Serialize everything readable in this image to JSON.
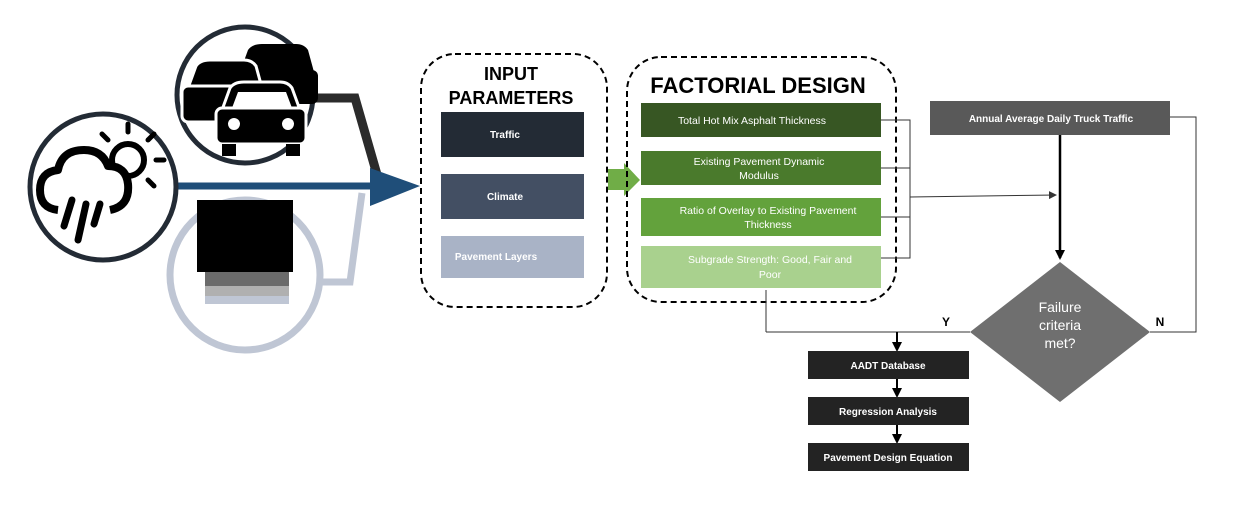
{
  "input_parameters": {
    "title_line1": "INPUT",
    "title_line2": "PARAMETERS",
    "traffic": "Traffic",
    "climate": "Climate",
    "pavement_layers": "Pavement Layers"
  },
  "factorial_design": {
    "title": "FACTORIAL DESIGN",
    "factor1": "Total Hot Mix Asphalt Thickness",
    "factor2_line1": "Existing Pavement Dynamic",
    "factor2_line2": "Modulus",
    "factor3_line1": "Ratio of Overlay to Existing Pavement",
    "factor3_line2": "Thickness",
    "factor4_line1": "Subgrade Strength: Good, Fair and",
    "factor4_line2": "Poor"
  },
  "aadtt": "Annual Average Daily Truck Traffic",
  "decision": {
    "line1": "Failure",
    "line2": "criteria",
    "line3": "met?",
    "yes": "Y",
    "no": "N"
  },
  "outputs": {
    "database": "AADT Database",
    "regression": "Regression Analysis",
    "equation": "Pavement Design Equation"
  },
  "icons": [
    "traffic-icon",
    "weather-icon",
    "pavement-layers-icon"
  ],
  "colors": {
    "dark_box": "#232b35",
    "climate_box": "#434f63",
    "pavement_box": "#a9b3c6",
    "factor1": "#375623",
    "factor2": "#4a7a2c",
    "factor3": "#63a23c",
    "factor4": "#a9d18e",
    "aadtt_box": "#595959",
    "diamond": "#6f6f6f",
    "arrow_blue": "#1f4e79",
    "arrow_green": "#70ad47"
  }
}
